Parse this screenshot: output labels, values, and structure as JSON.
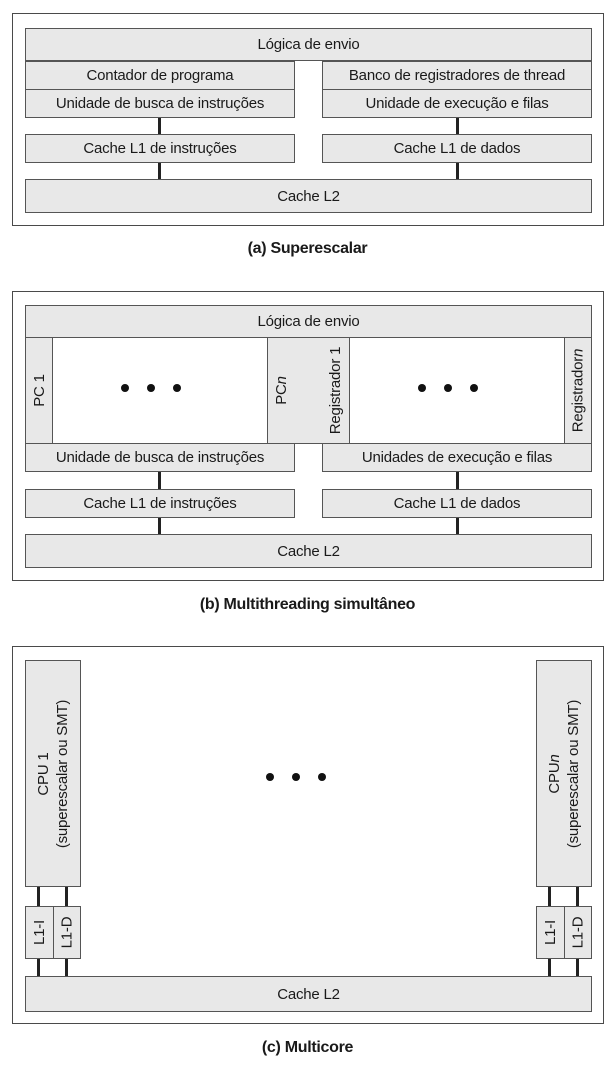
{
  "panel_a": {
    "issue_logic": "Lógica de envio",
    "program_counter": "Contador de programa",
    "thread_register_bank": "Banco de registradores de thread",
    "fetch_unit": "Unidade de busca de instruções",
    "exec_unit": "Unidade de execução e filas",
    "l1_instr": "Cache L1 de instruções",
    "l1_data": "Cache L1 de dados",
    "l2": "Cache L2",
    "caption": "(a) Superescalar"
  },
  "panel_b": {
    "issue_logic": "Lógica de envio",
    "pc1": "PC 1",
    "pcn_prefix": "PC ",
    "pcn_var": "n",
    "reg1": "Registrador 1",
    "regn_prefix": "Registrador ",
    "regn_var": "n",
    "fetch_unit": "Unidade de busca de instruções",
    "exec_units": "Unidades de execução e filas",
    "l1_instr": "Cache L1 de instruções",
    "l1_data": "Cache L1 de dados",
    "l2": "Cache L2",
    "caption": "(b) Multithreading simultâneo"
  },
  "panel_c": {
    "cpu1_title": "CPU 1",
    "cpun_prefix": "CPU ",
    "cpun_var": "n",
    "cpu_subtitle": "(superescalar ou SMT)",
    "l1i": "L1-I",
    "l1d": "L1-D",
    "l2": "Cache L2",
    "caption": "(c) Multicore"
  }
}
